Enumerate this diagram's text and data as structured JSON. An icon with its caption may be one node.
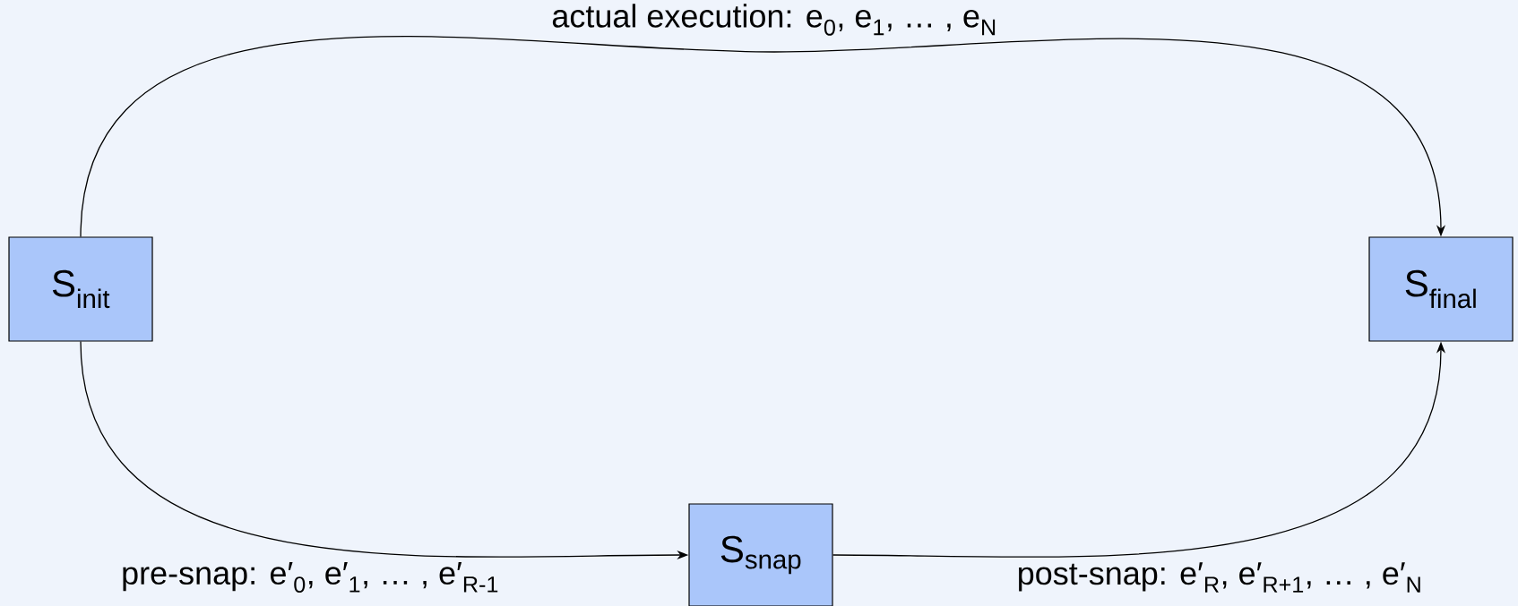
{
  "diagram": {
    "nodes": [
      {
        "text": [
          "S$_{init}$"
        ]
      },
      {
        "text": [
          "S$_{snap}$"
        ]
      },
      {
        "text": [
          "S$_{final}$"
        ]
      }
    ],
    "edges": [
      {
        "from": 0,
        "to": 2,
        "arrow": "to",
        "label": "actual execution: e$_{0}$, e$_{1}$, … , e$_{N}$"
      },
      {
        "from": 0,
        "to": 1,
        "arrow": "to",
        "label": "pre-snap: e′$_{0}$, e′$_{1}$, … , e′$_{R-1}$"
      },
      {
        "from": 1,
        "to": 2,
        "arrow": "to",
        "label": "post-snap: e′$_{R}$, e′$_{R+1}$, … , e′$_{N}$"
      }
    ]
  }
}
